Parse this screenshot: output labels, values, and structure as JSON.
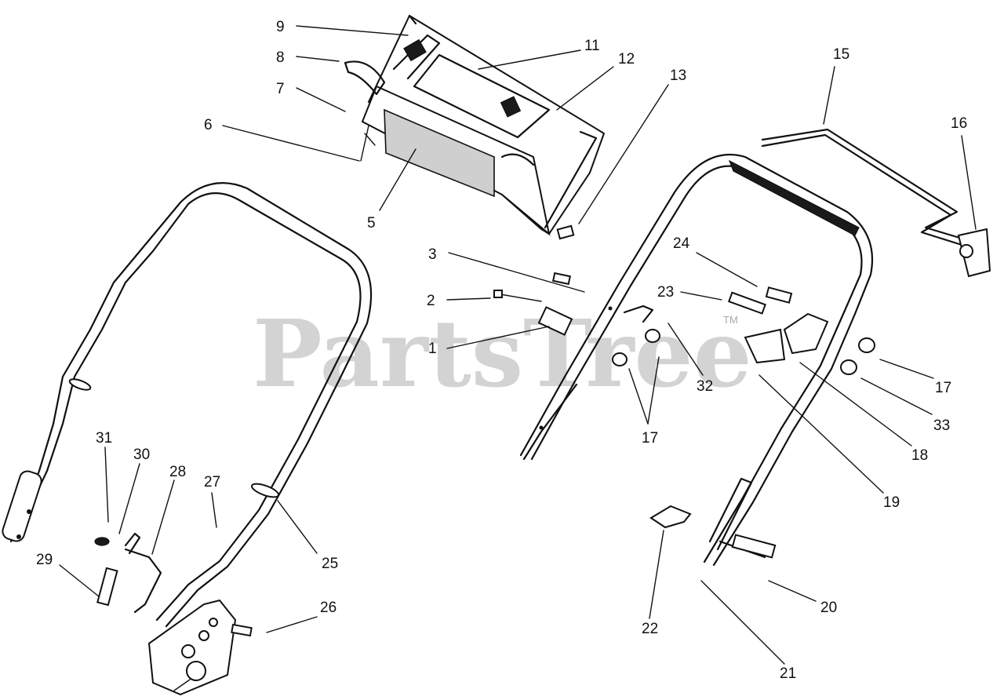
{
  "watermark": {
    "text": "PartsTree",
    "trademark": "TM"
  },
  "callouts": {
    "c1": "1",
    "c2": "2",
    "c3": "3",
    "c5": "5",
    "c6": "6",
    "c7": "7",
    "c8": "8",
    "c9": "9",
    "c11": "11",
    "c12": "12",
    "c13": "13",
    "c15": "15",
    "c16": "16",
    "c17a": "17",
    "c17b": "17",
    "c18": "18",
    "c19": "19",
    "c20": "20",
    "c21": "21",
    "c22": "22",
    "c23": "23",
    "c24": "24",
    "c25": "25",
    "c26": "26",
    "c27": "27",
    "c28": "28",
    "c29": "29",
    "c30": "30",
    "c31": "31",
    "c32": "32",
    "c33": "33"
  }
}
